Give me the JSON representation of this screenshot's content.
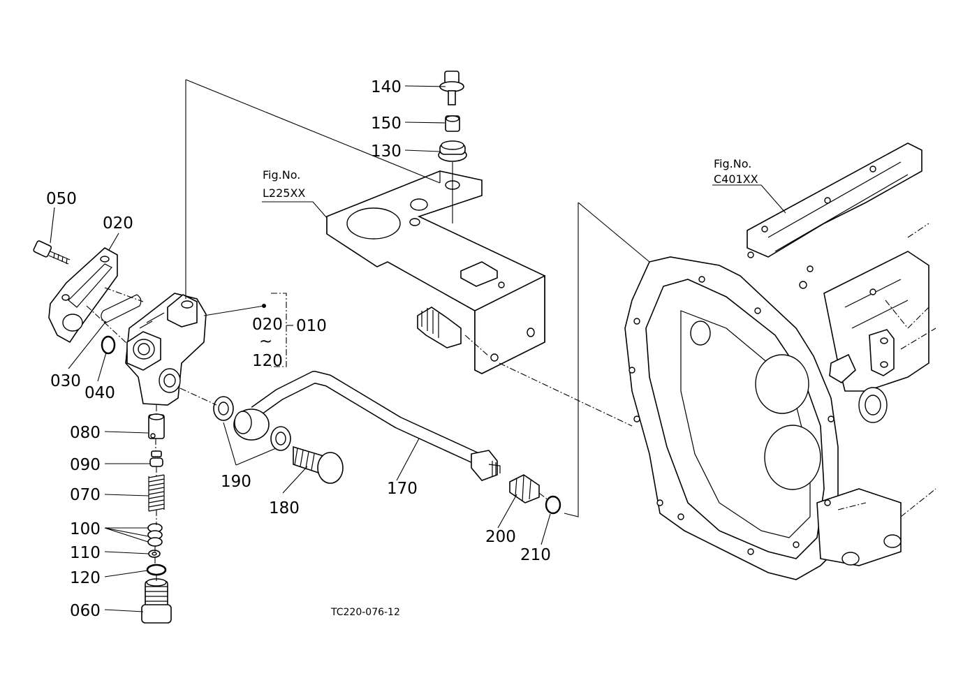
{
  "labels": {
    "p010": "010",
    "p020": "020",
    "p020r": "020",
    "p030": "030",
    "p040": "040",
    "p050": "050",
    "p060": "060",
    "p070": "070",
    "p080": "080",
    "p090": "090",
    "p100": "100",
    "p110": "110",
    "p120": "120",
    "p120r": "120",
    "p130": "130",
    "p140": "140",
    "p150": "150",
    "p170": "170",
    "p180": "180",
    "p190": "190",
    "p200": "200",
    "p210": "210",
    "tilde": "~"
  },
  "references": {
    "fig_left_title": "Fig.No.",
    "fig_left_code": "L225XX",
    "fig_right_title": "Fig.No.",
    "fig_right_code": "C401XX"
  },
  "drawing_code": "TC220-076-12"
}
